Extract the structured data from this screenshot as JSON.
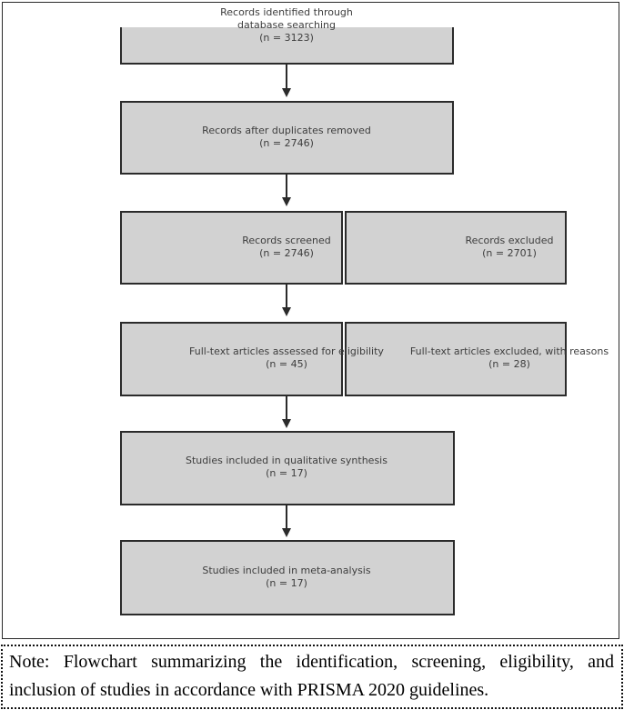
{
  "figure": {
    "type": "prisma-flow-diagram",
    "colors": {
      "box_fill": "#d2d2d2",
      "box_border": "#2b2b2b",
      "label_text": "#3d3d3d",
      "page_border": "#2a2a2a",
      "note_text": "#000000"
    },
    "nodes": [
      {
        "id": "identified",
        "lines": [
          "Records identified through",
          "database searching",
          "(n = 3123)"
        ]
      },
      {
        "id": "duplicates",
        "lines": [
          "Records after duplicates removed",
          "(n = 2746)"
        ]
      },
      {
        "id": "screened",
        "lines": [
          "Records screened",
          "(n = 2746)"
        ]
      },
      {
        "id": "records_excluded",
        "lines": [
          "Records excluded",
          "(n = 2701)"
        ]
      },
      {
        "id": "fulltext_assessed",
        "lines": [
          "Full-text articles assessed for eligibility",
          "(n = 45)"
        ]
      },
      {
        "id": "fulltext_excluded",
        "lines": [
          "Full-text articles excluded, with reasons",
          "(n = 28)"
        ]
      },
      {
        "id": "qualitative",
        "lines": [
          "Studies included in qualitative synthesis",
          "(n = 17)"
        ]
      },
      {
        "id": "meta_analysis",
        "lines": [
          "Studies included in meta-analysis",
          "(n = 17)"
        ]
      }
    ]
  },
  "note": {
    "line1": "Note: Flowchart summarizing the identification, screening, eligibility, and",
    "line2": "inclusion of studies in accordance with PRISMA 2020 guidelines."
  }
}
